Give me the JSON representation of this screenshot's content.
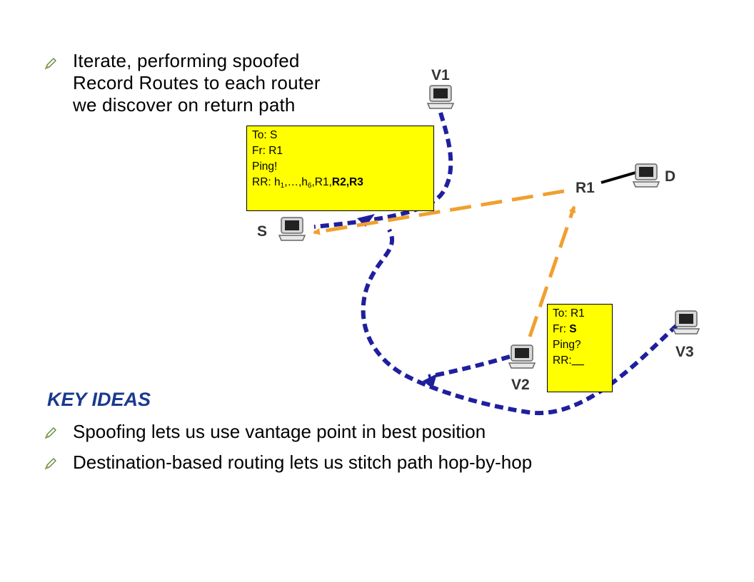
{
  "intro": {
    "lines": [
      "Iterate, performing spoofed",
      "Record Routes to each router",
      "we discover on return path"
    ]
  },
  "nodes": {
    "v1": "V1",
    "r1": "R1",
    "d": "D",
    "s": "S",
    "v2": "V2",
    "v3": "V3"
  },
  "packet_reply": {
    "to": "To: S",
    "fr": "Fr: R1",
    "ping": "Ping!",
    "rr_prefix": "RR: h",
    "rr_sub1": "1",
    "rr_mid": ",…,h",
    "rr_sub2": "6",
    "rr_plain": ",R1,",
    "rr_bold": "R2,R3"
  },
  "packet_request": {
    "to": "To: R1",
    "fr_prefix": "Fr: ",
    "fr_bold": "S",
    "ping": "Ping?",
    "rr_prefix": "RR:",
    "rr_blank": "__"
  },
  "key_ideas": {
    "heading": "KEY IDEAS",
    "items": [
      "Spoofing lets us use vantage point in best position",
      "Destination-based routing lets us stitch path hop-by-hop"
    ]
  },
  "colors": {
    "path_blue": "#1f1f9e",
    "spoof_orange": "#f0a030",
    "packet_yellow": "#ffff00",
    "heading_blue": "#1a3a8f"
  }
}
